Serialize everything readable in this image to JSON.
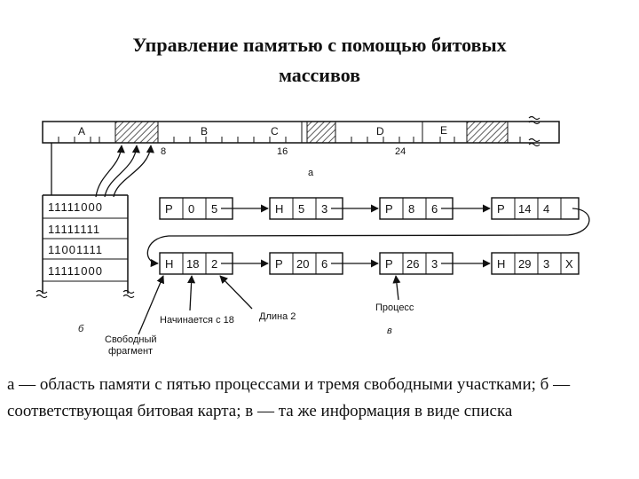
{
  "title": {
    "line1": "Управление памятью с помощью битовых",
    "line2": "массивов"
  },
  "memory_strip": {
    "labels": [
      "A",
      "B",
      "C",
      "D",
      "E"
    ],
    "tick_numbers": [
      "8",
      "16",
      "24"
    ],
    "sublabel": "а"
  },
  "bitmap": {
    "rows": [
      "11111000",
      "11111111",
      "11001111",
      "11111000"
    ],
    "sublabel": "б"
  },
  "list": {
    "row1": [
      {
        "type": "P",
        "start": "0",
        "length": "5"
      },
      {
        "type": "H",
        "start": "5",
        "length": "3"
      },
      {
        "type": "P",
        "start": "8",
        "length": "6"
      },
      {
        "type": "P",
        "start": "14",
        "length": "4"
      }
    ],
    "row2": [
      {
        "type": "H",
        "start": "18",
        "length": "2"
      },
      {
        "type": "P",
        "start": "20",
        "length": "6"
      },
      {
        "type": "P",
        "start": "26",
        "length": "3"
      },
      {
        "type": "H",
        "start": "29",
        "length": "3",
        "end": "X"
      }
    ],
    "sublabel": "в"
  },
  "annotations": {
    "free_fragment_line1": "Свободный",
    "free_fragment_line2": "фрагмент",
    "starts_at": "Начинается с 18",
    "length": "Длина 2",
    "process": "Процесс"
  },
  "caption": "а — область памяти с пятью процессами и тремя свободными участками; б — соответствующая битовая карта; в — та же информация в виде списка"
}
